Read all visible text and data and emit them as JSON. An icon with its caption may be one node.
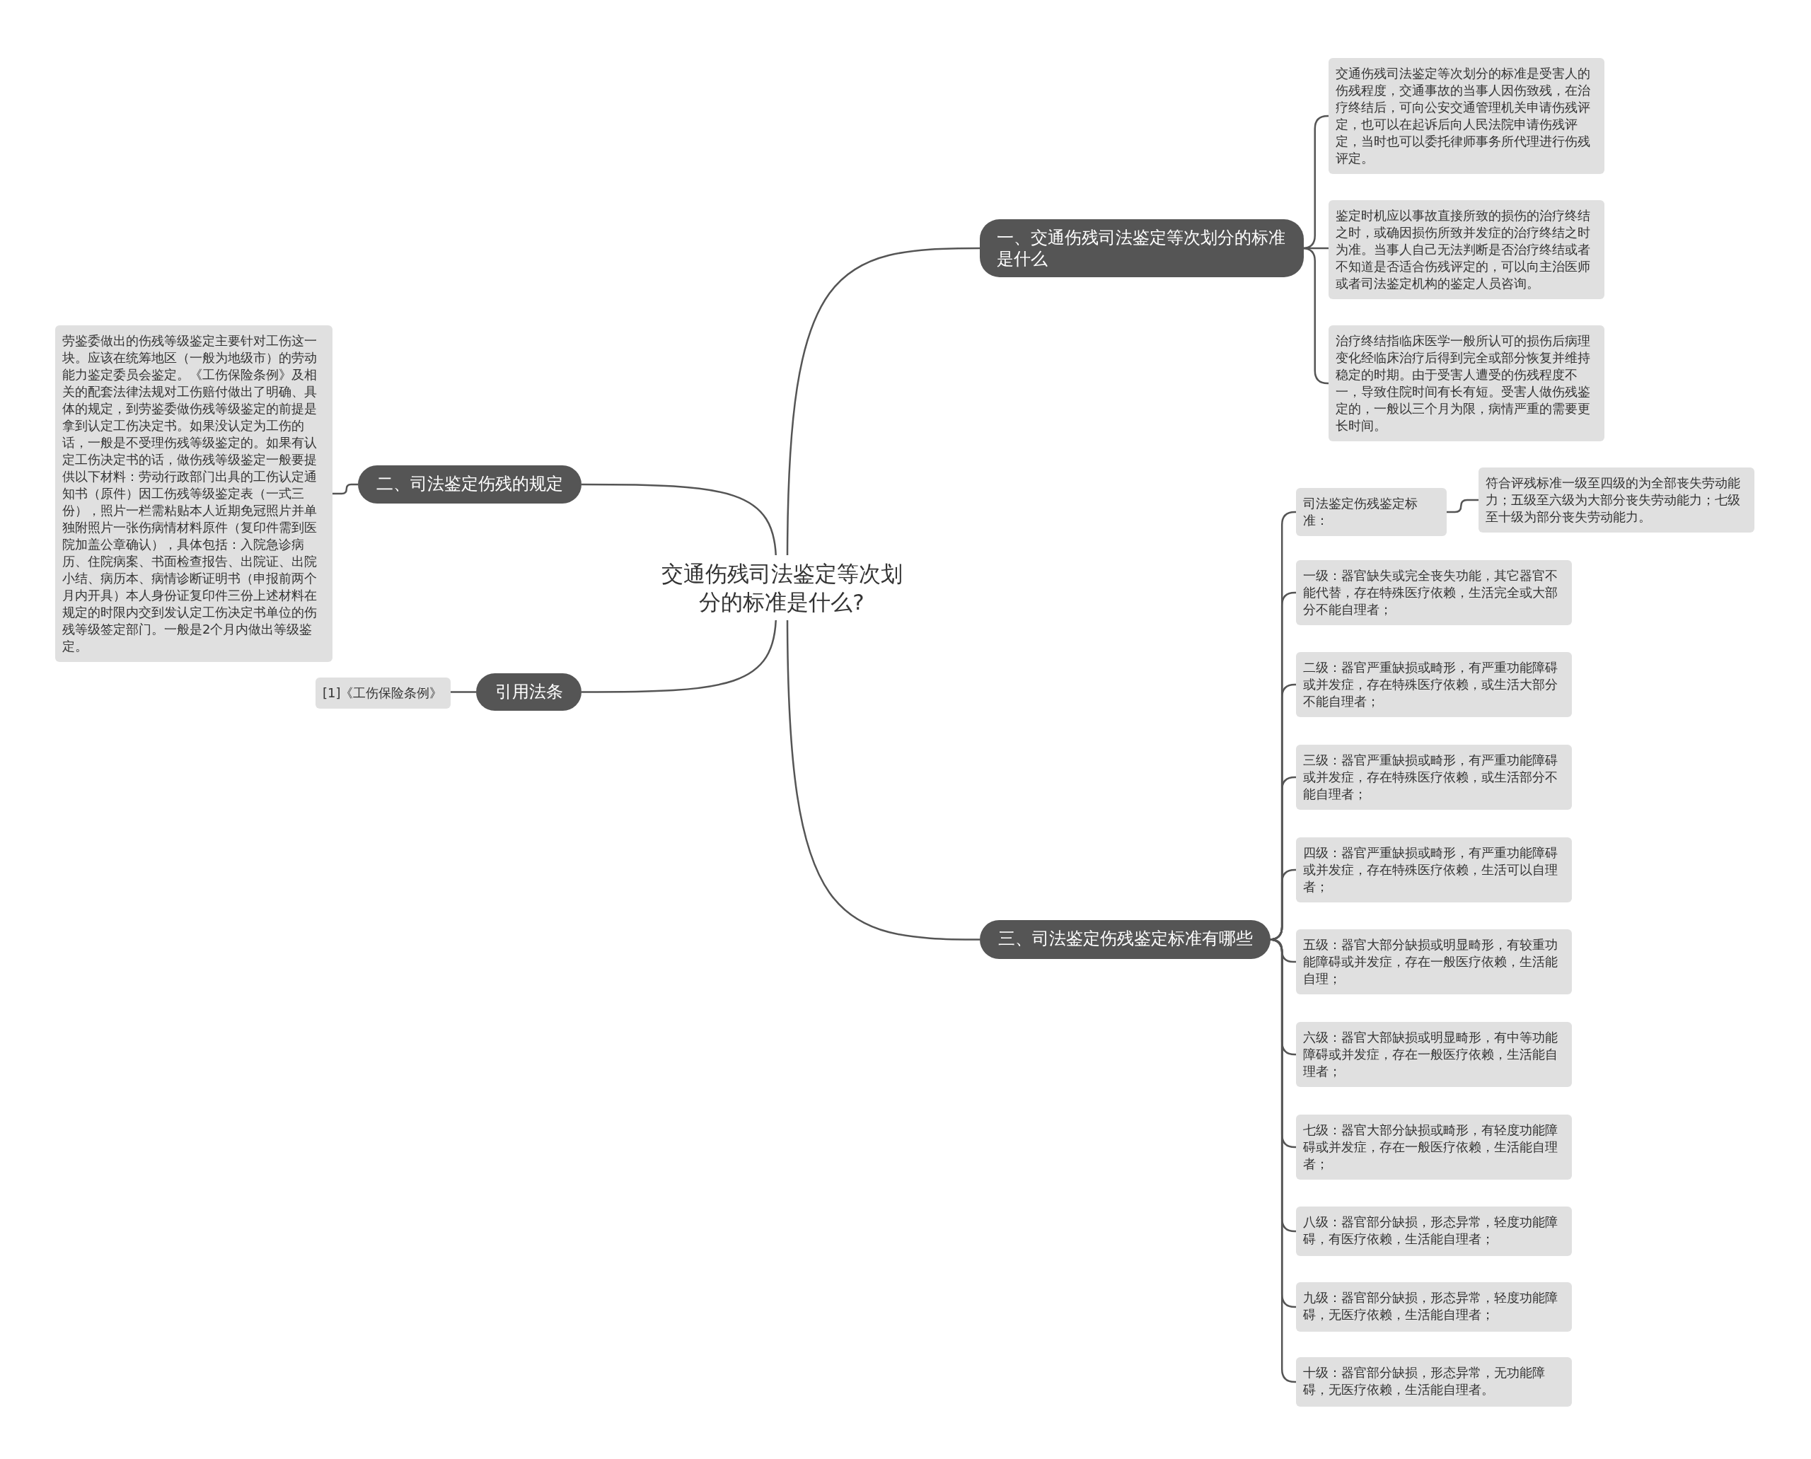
{
  "diagram": {
    "nodes": [
      {
        "text": [
          "交通伤残司法鉴定等次划分的标准是什么?"
        ]
      },
      {
        "text": [
          "一、交通伤残司法鉴定等次划分的标准是什么"
        ]
      },
      {
        "text": [
          "交通伤残司法鉴定等次划分的标准是受害人的伤残程度，交通事故的当事人因伤致残，在治疗终结后，可向公安交通管理机关申请伤残评定，也可以在起诉后向人民法院申请伤残评定，当时也可以委托律师事务所代理进行伤残评定。"
        ]
      },
      {
        "text": [
          "鉴定时机应以事故直接所致的损伤的治疗终结之时，或确因损伤所致并发症的治疗终结之时为准。当事人自己无法判断是否治疗终结或者不知道是否适合伤残评定的，可以向主治医师或者司法鉴定机构的鉴定人员咨询。"
        ]
      },
      {
        "text": [
          "治疗终结指临床医学一般所认可的损伤后病理变化经临床治疗后得到完全或部分恢复并维持稳定的时期。由于受害人遭受的伤残程度不一，导致住院时间有长有短。受害人做伤残鉴定的，一般以三个月为限，病情严重的需要更长时间。"
        ]
      },
      {
        "text": [
          "二、司法鉴定伤残的规定"
        ]
      },
      {
        "text": [
          "劳鉴委做出的伤残等级鉴定主要针对工伤这一块。应该在统筹地区（一般为地级市）的劳动能力鉴定委员会鉴定。《工伤保险条例》及相关的配套法律法规对工伤赔付做出了明确、具体的规定，到劳鉴委做伤残等级鉴定的前提是拿到认定工伤决定书。如果没认定为工伤的话，一般是不受理伤残等级鉴定的。如果有认定工伤决定书的话，做伤残等级鉴定一般要提供以下材料：劳动行政部门出具的工伤认定通知书（原件）因工伤残等级鉴定表（一式三份），照片一栏需粘贴本人近期免冠照片并单独附照片一张伤病情材料原件（复印件需到医院加盖公章确认），具体包括：入院急诊病历、住院病案、书面检查报告、出院证、出院小结、病历本、病情诊断证明书（申报前两个月内开具）本人身份证复印件三份上述材料在规定的时限内交到发认定工伤决定书单位的伤残等级签定部门。一般是2个月内做出等级鉴定。"
        ]
      },
      {
        "text": [
          "引用法条"
        ]
      },
      {
        "text": [
          "[1]《工伤保险条例》"
        ]
      },
      {
        "text": [
          "三、司法鉴定伤残鉴定标准有哪些"
        ]
      },
      {
        "text": [
          "司法鉴定伤残鉴定标准："
        ]
      },
      {
        "text": [
          "符合评残标准一级至四级的为全部丧失劳动能力；五级至六级为大部分丧失劳动能力；七级至十级为部分丧失劳动能力。"
        ]
      },
      {
        "text": [
          "一级：器官缺失或完全丧失功能，其它器官不能代替，存在特殊医疗依赖，生活完全或大部分不能自理者；"
        ]
      },
      {
        "text": [
          "二级：器官严重缺损或畸形，有严重功能障碍或并发症，存在特殊医疗依赖，或生活大部分不能自理者；"
        ]
      },
      {
        "text": [
          "三级：器官严重缺损或畸形，有严重功能障碍或并发症，存在特殊医疗依赖，或生活部分不能自理者；"
        ]
      },
      {
        "text": [
          "四级：器官严重缺损或畸形，有严重功能障碍或并发症，存在特殊医疗依赖，生活可以自理者；"
        ]
      },
      {
        "text": [
          "五级：器官大部分缺损或明显畸形，有较重功能障碍或并发症，存在一般医疗依赖，生活能自理；"
        ]
      },
      {
        "text": [
          "六级：器官大部缺损或明显畸形，有中等功能障碍或并发症，存在一般医疗依赖，生活能自理者；"
        ]
      },
      {
        "text": [
          "七级：器官大部分缺损或畸形，有轻度功能障碍或并发症，存在一般医疗依赖，生活能自理者；"
        ]
      },
      {
        "text": [
          "八级：器官部分缺损，形态异常，轻度功能障碍，有医疗依赖，生活能自理者；"
        ]
      },
      {
        "text": [
          "九级：器官部分缺损，形态异常，轻度功能障碍，无医疗依赖，生活能自理者；"
        ]
      },
      {
        "text": [
          "十级：器官部分缺损，形态异常，无功能障碍，无医疗依赖，生活能自理者。"
        ]
      }
    ],
    "edges": [
      {
        "from": 0,
        "to": 1,
        "arrow": "none"
      },
      {
        "from": 1,
        "to": 2,
        "arrow": "none"
      },
      {
        "from": 1,
        "to": 3,
        "arrow": "none"
      },
      {
        "from": 1,
        "to": 4,
        "arrow": "none"
      },
      {
        "from": 0,
        "to": 5,
        "arrow": "none"
      },
      {
        "from": 5,
        "to": 6,
        "arrow": "none"
      },
      {
        "from": 0,
        "to": 7,
        "arrow": "none"
      },
      {
        "from": 7,
        "to": 8,
        "arrow": "none"
      },
      {
        "from": 0,
        "to": 9,
        "arrow": "none"
      },
      {
        "from": 9,
        "to": 10,
        "arrow": "none"
      },
      {
        "from": 10,
        "to": 11,
        "arrow": "none"
      },
      {
        "from": 9,
        "to": 12,
        "arrow": "none"
      },
      {
        "from": 9,
        "to": 13,
        "arrow": "none"
      },
      {
        "from": 9,
        "to": 14,
        "arrow": "none"
      },
      {
        "from": 9,
        "to": 15,
        "arrow": "none"
      },
      {
        "from": 9,
        "to": 16,
        "arrow": "none"
      },
      {
        "from": 9,
        "to": 17,
        "arrow": "none"
      },
      {
        "from": 9,
        "to": 18,
        "arrow": "none"
      },
      {
        "from": 9,
        "to": 19,
        "arrow": "none"
      },
      {
        "from": 9,
        "to": 20,
        "arrow": "none"
      },
      {
        "from": 9,
        "to": 21,
        "arrow": "none"
      }
    ]
  }
}
